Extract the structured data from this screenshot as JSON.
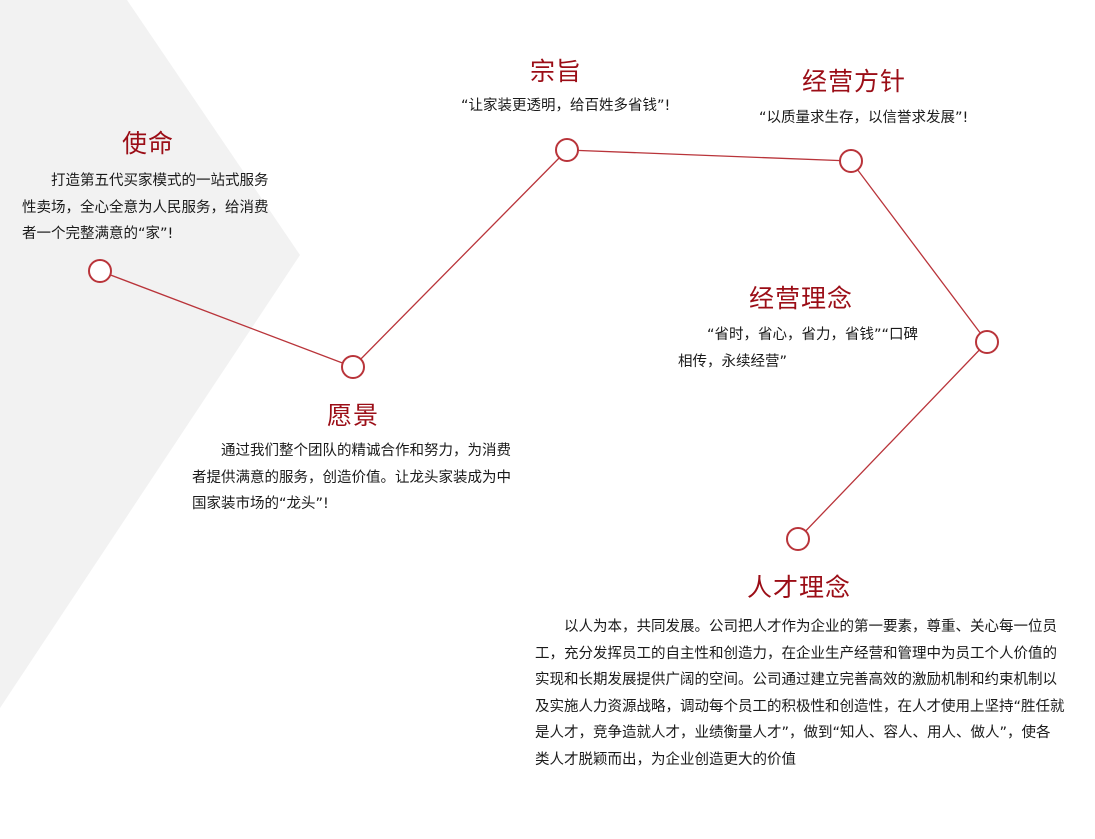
{
  "colors": {
    "accent": "#9b0d16",
    "line": "#b9343a",
    "background_shape": "#f2f2f2",
    "text": "#1a1a1a"
  },
  "sections": {
    "mission": {
      "title": "使命",
      "text": "打造第五代买家模式的一站式服务性卖场，全心全意为人民服务，给消费者一个完整满意的“家”!"
    },
    "vision": {
      "title": "愿景",
      "text": "通过我们整个团队的精诚合作和努力，为消费者提供满意的服务，创造价值。让龙头家装成为中国家装市场的“龙头”!"
    },
    "purpose": {
      "title": "宗旨",
      "text": "“让家装更透明，给百姓多省钱”!"
    },
    "policy": {
      "title": "经营方针",
      "text": "“以质量求生存，以信誉求发展”!"
    },
    "philosophy": {
      "title": "经营理念",
      "text": "“省时，省心，省力，省钱”“口碑相传，永续经营”"
    },
    "talent": {
      "title": "人才理念",
      "text": "以人为本，共同发展。公司把人才作为企业的第一要素，尊重、关心每一位员工，充分发挥员工的自主性和创造力，在企业生产经营和管理中为员工个人价值的实现和长期发展提供广阔的空间。公司通过建立完善高效的激励机制和约束机制以及实施人力资源战略，调动每个员工的积极性和创造性，在人才使用上坚持“胜任就是人才，竞争造就人才，业绩衡量人才”，做到“知人、容人、用人、做人”，使各类人才脱颖而出，为企业创造更大的价值"
    }
  }
}
